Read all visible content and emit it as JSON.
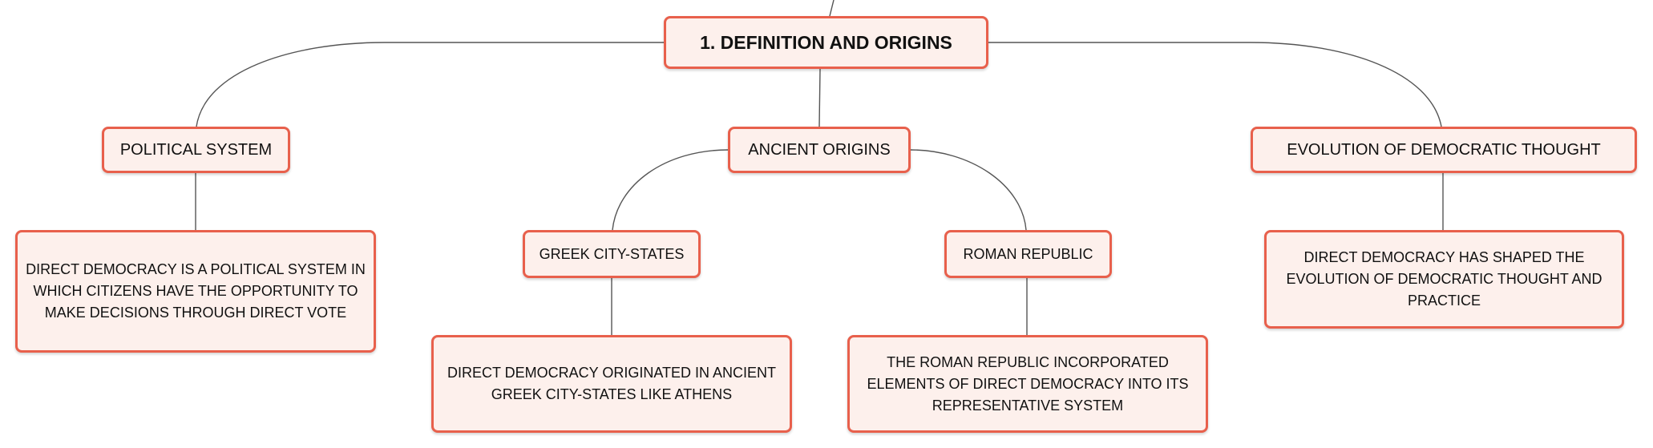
{
  "root": {
    "label": "1. DEFINITION AND ORIGINS"
  },
  "branches": {
    "political_system": {
      "label": "POLITICAL SYSTEM",
      "detail": "DIRECT DEMOCRACY IS A POLITICAL SYSTEM IN WHICH CITIZENS HAVE THE OPPORTUNITY TO MAKE DECISIONS THROUGH DIRECT VOTE"
    },
    "ancient_origins": {
      "label": "ANCIENT ORIGINS",
      "greek": {
        "label": "GREEK CITY-STATES",
        "detail": "DIRECT DEMOCRACY ORIGINATED IN ANCIENT GREEK CITY-STATES LIKE ATHENS"
      },
      "roman": {
        "label": "ROMAN REPUBLIC",
        "detail": "THE ROMAN REPUBLIC INCORPORATED ELEMENTS OF DIRECT DEMOCRACY INTO ITS REPRESENTATIVE SYSTEM"
      }
    },
    "evolution": {
      "label": "EVOLUTION OF DEMOCRATIC THOUGHT",
      "detail": "DIRECT DEMOCRACY HAS SHAPED THE EVOLUTION OF DEMOCRATIC THOUGHT AND PRACTICE"
    }
  },
  "colors": {
    "node_border": "#e8604c",
    "node_fill": "#fdf0ec",
    "connector": "#555555"
  }
}
